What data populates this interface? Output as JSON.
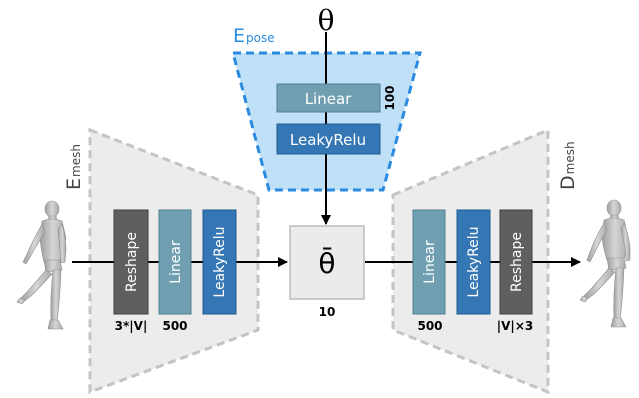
{
  "theta_in": "θ",
  "theta_bar": "θ̄",
  "encoders": {
    "pose": {
      "main": "E",
      "sub": "pose"
    },
    "mesh": {
      "main": "E",
      "sub": "mesh"
    },
    "decoder": {
      "main": "D",
      "sub": "mesh"
    }
  },
  "pose_layers": {
    "linear": "Linear",
    "leaky": "LeakyRelu",
    "dim": "100"
  },
  "mesh_enc_layers": {
    "reshape": "Reshape",
    "linear": "Linear",
    "leaky": "LeakyRelu",
    "dim_reshape": "3*|V|",
    "dim_linear": "500"
  },
  "latent_dim": "10",
  "mesh_dec_layers": {
    "linear": "Linear",
    "leaky": "LeakyRelu",
    "reshape": "Reshape",
    "dim_linear": "500",
    "dim_reshape": "|V|×3"
  },
  "colors": {
    "linear": "#6f9fb0",
    "leaky": "#3576b4",
    "reshape": "#5f5f5f",
    "pose_fill": "#bfe0f7",
    "pose_border": "#2a8ae0",
    "trap_fill": "#ececec",
    "trap_border": "#c4c4c4",
    "latent_fill": "#ebebeb",
    "figure": "#b8b8b8"
  }
}
